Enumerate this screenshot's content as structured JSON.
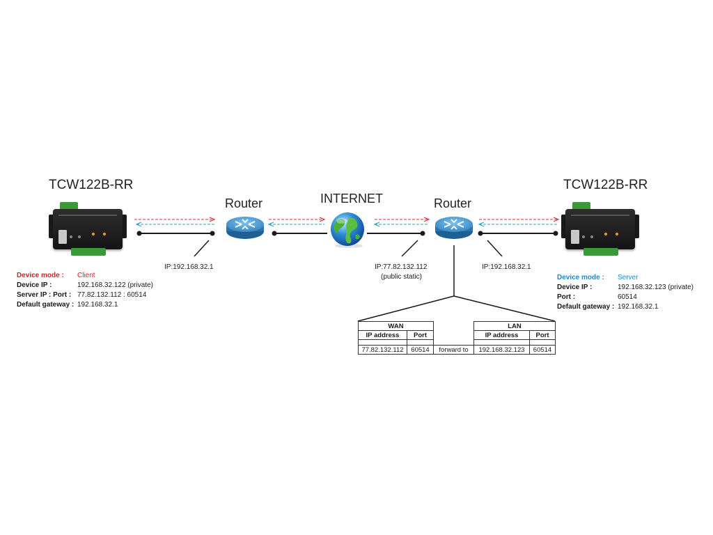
{
  "left_device": {
    "name": "TCW122B-RR",
    "mode_label": "Device mode :",
    "mode_value": "Client",
    "ip_label": "Device IP :",
    "ip_value": "192.168.32.122 (private)",
    "server_label": "Server IP : Port :",
    "server_value": "77.82.132.112 : 60514",
    "gw_label": "Default gateway :",
    "gw_value": "192.168.32.1"
  },
  "right_device": {
    "name": "TCW122B-RR",
    "mode_label": "Device mode :",
    "mode_value": "Server",
    "ip_label": "Device IP :",
    "ip_value": "192.168.32.123 (private)",
    "port_label": "Port :",
    "port_value": "60514",
    "gw_label": "Default gateway :",
    "gw_value": "192.168.32.1"
  },
  "left_router": {
    "label": "Router",
    "ip": "IP:192.168.32.1"
  },
  "right_router": {
    "label": "Router",
    "wan_ip": "IP:77.82.132.112",
    "wan_note": "(public static)",
    "lan_ip": "IP:192.168.32.1"
  },
  "internet": {
    "label": "INTERNET"
  },
  "pf_table": {
    "wan_header": "WAN",
    "lan_header": "LAN",
    "ip_col": "IP address",
    "port_col": "Port",
    "wan_ip": "77.82.132.112",
    "wan_port": "60514",
    "forward_text": "forward to",
    "lan_ip": "192.168.32.123",
    "lan_port": "60514"
  },
  "colors": {
    "client_mode": "#d4202a",
    "server_mode": "#1c8bc9",
    "arrow_red": "#e0303a",
    "arrow_blue": "#2aa5c4",
    "link": "#1a1a1a",
    "router": "#3d8fc8"
  },
  "icons": {
    "device": "tcw122b-device-icon",
    "router": "router-icon",
    "globe": "globe-icon"
  }
}
